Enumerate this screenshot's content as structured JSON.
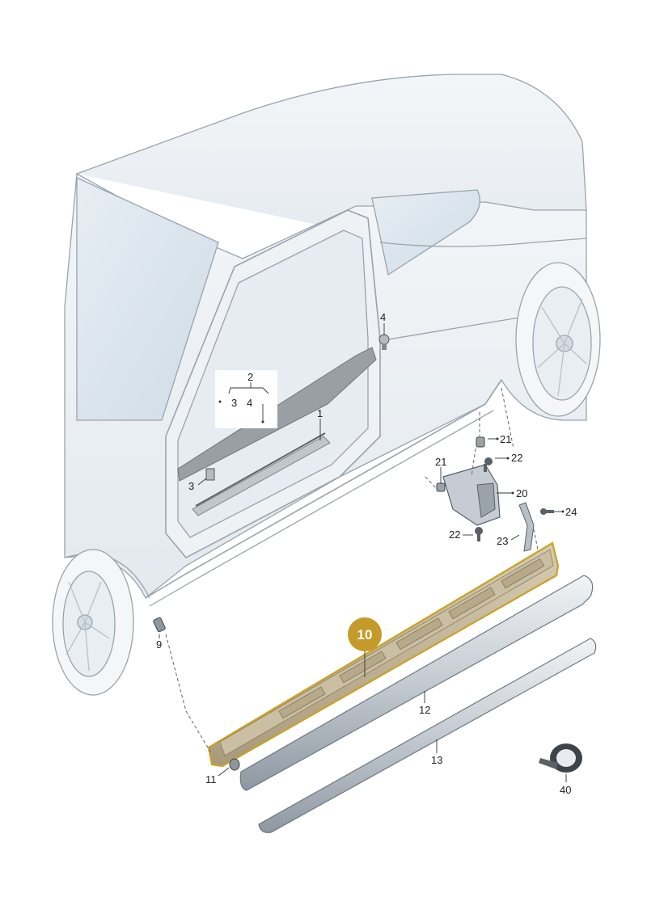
{
  "callouts": {
    "c1": "1",
    "c2": "2",
    "c3a": "3",
    "c4a": "4",
    "c3b": "3",
    "c4b": "4",
    "c9": "9",
    "c10": "10",
    "c11": "11",
    "c12": "12",
    "c13": "13",
    "c20": "20",
    "c21a": "21",
    "c21b": "21",
    "c22a": "22",
    "c22b": "22",
    "c23": "23",
    "c24": "24",
    "c40": "40"
  },
  "colors": {
    "highlight": "#c9a227",
    "badge": "#c49a2a",
    "car_line": "#9aa3ad",
    "car_fill": "#eef2f5",
    "glass": "#dde6ee",
    "trim": "#8e949b",
    "molding": "#c8ced4"
  }
}
